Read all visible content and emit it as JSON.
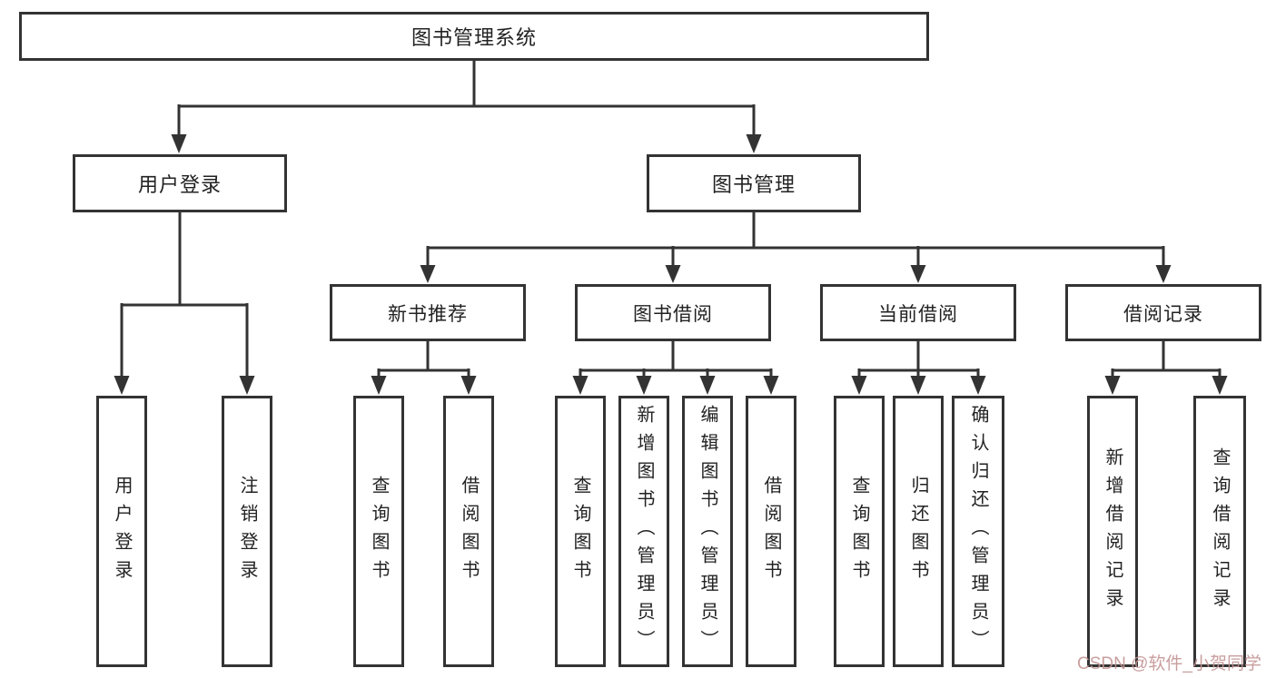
{
  "diagram_title": "图书管理系统",
  "colors": {
    "line": "#333333",
    "text": "#222222",
    "background": "#ffffff",
    "watermark": "#c49494"
  },
  "tree": {
    "root": {
      "label": "图书管理系统"
    },
    "children": [
      {
        "label": "用户登录",
        "children": [
          {
            "label": "用户登录"
          },
          {
            "label": "注销登录"
          }
        ]
      },
      {
        "label": "图书管理",
        "children": [
          {
            "label": "新书推荐",
            "children": [
              {
                "label": "查询图书"
              },
              {
                "label": "借阅图书"
              }
            ]
          },
          {
            "label": "图书借阅",
            "children": [
              {
                "label": "查询图书"
              },
              {
                "label": "新增图书（管理员）"
              },
              {
                "label": "编辑图书（管理员）"
              },
              {
                "label": "借阅图书"
              }
            ]
          },
          {
            "label": "当前借阅",
            "children": [
              {
                "label": "查询图书"
              },
              {
                "label": "归还图书"
              },
              {
                "label": "确认归还（管理员）"
              }
            ]
          },
          {
            "label": "借阅记录",
            "children": [
              {
                "label": "新增借阅记录"
              },
              {
                "label": "查询借阅记录"
              }
            ]
          }
        ]
      }
    ]
  },
  "watermark": {
    "text": "CSDN @软件_小贺同学"
  }
}
